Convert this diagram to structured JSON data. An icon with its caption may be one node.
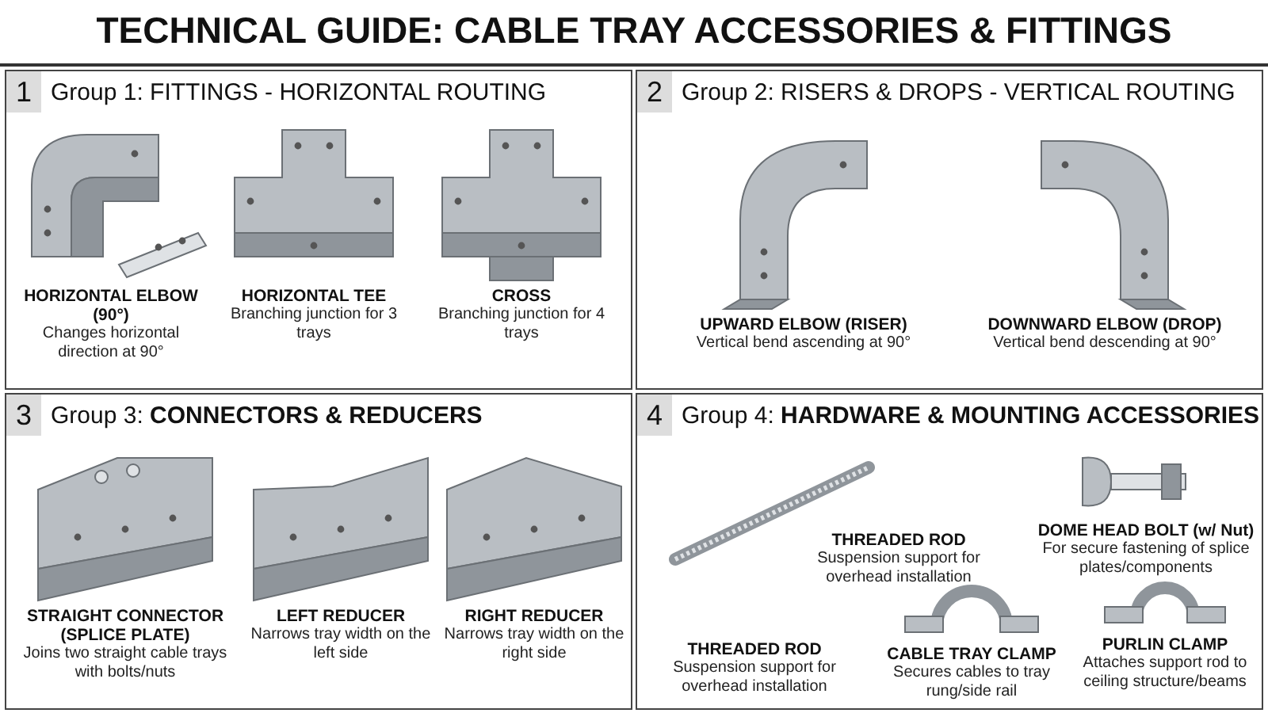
{
  "diagram": {
    "title": "TECHNICAL GUIDE: CABLE TRAY ACCESSORIES & FITTINGS",
    "nodes": [
      {
        "text": [
          "1",
          "Group 1: FITTINGS - HORIZONTAL ROUTING"
        ]
      },
      {
        "text": [
          "HORIZONTAL ELBOW (90°)",
          "Changes horizontal direction at 90°"
        ],
        "in": 0
      },
      {
        "text": [
          "HORIZONTAL TEE",
          "Branching junction for 3 trays"
        ],
        "in": 0
      },
      {
        "text": [
          "CROSS",
          "Branching junction for 4 trays"
        ],
        "in": 0
      },
      {
        "text": [
          "2",
          "Group 2: RISERS & DROPS - VERTICAL ROUTING"
        ]
      },
      {
        "text": [
          "UPWARD ELBOW (RISER)",
          "Vertical bend ascending at 90°"
        ],
        "in": 4
      },
      {
        "text": [
          "DOWNWARD ELBOW (DROP)",
          "Vertical bend descending at 90°"
        ],
        "in": 4
      },
      {
        "text": [
          "3",
          "Group 3: **CONNECTORS & REDUCERS**"
        ]
      },
      {
        "text": [
          "STRAIGHT CONNECTOR (SPLICE PLATE)",
          "Joins two straight cable trays with bolts/nuts"
        ],
        "in": 7
      },
      {
        "text": [
          "LEFT REDUCER",
          "Narrows tray width on the left side"
        ],
        "in": 7
      },
      {
        "text": [
          "RIGHT REDUCER",
          "Narrows tray width on the right side"
        ],
        "in": 7
      },
      {
        "text": [
          "4",
          "Group 4: **HARDWARE & MOUNTING ACCESSORIES**"
        ]
      },
      {
        "text": [
          "THREADED ROD",
          "Suspension support for overhead installation"
        ],
        "in": 11
      },
      {
        "text": [
          "DOME HEAD BOLT (w/ Nut)",
          "For secure fastening of splice plates/components"
        ],
        "in": 11
      },
      {
        "text": [
          "THREADED ROD",
          "Suspension support for overhead installation"
        ],
        "in": 11
      },
      {
        "text": [
          "CABLE TRAY CLAMP",
          "Secures cables to tray rung/side rail"
        ],
        "in": 11
      },
      {
        "text": [
          "PURLIN CLAMP",
          "Attaches support rod to ceiling structure/beams"
        ],
        "in": 11
      }
    ]
  }
}
